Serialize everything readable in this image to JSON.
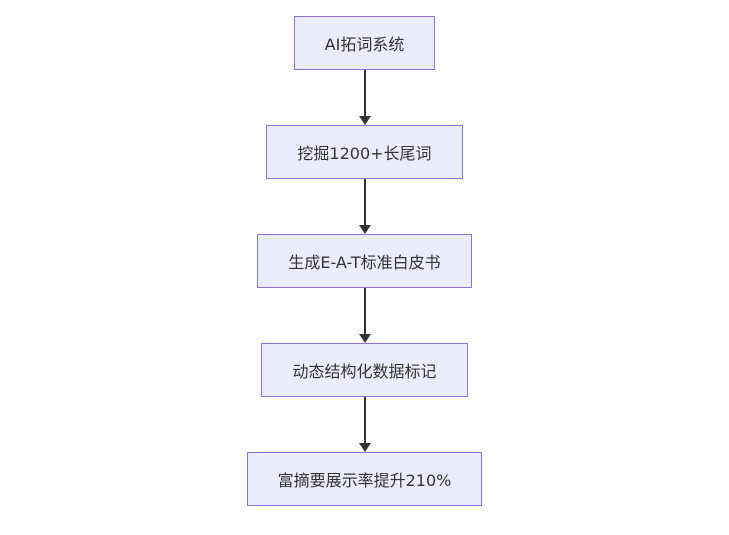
{
  "diagram": {
    "type": "flowchart",
    "direction": "top-down",
    "nodes": [
      {
        "id": "A",
        "label": "AI拓词系统"
      },
      {
        "id": "B",
        "label": "挖掘1200+长尾词"
      },
      {
        "id": "C",
        "label": "生成E-A-T标准白皮书"
      },
      {
        "id": "D",
        "label": "动态结构化数据标记"
      },
      {
        "id": "E",
        "label": "富摘要展示率提升210%"
      }
    ],
    "edges": [
      {
        "from": "A",
        "to": "B"
      },
      {
        "from": "B",
        "to": "C"
      },
      {
        "from": "C",
        "to": "D"
      },
      {
        "from": "D",
        "to": "E"
      }
    ],
    "colors": {
      "node_fill": "#ececff",
      "node_border": "#9370db",
      "text": "#333333",
      "arrow": "#333333",
      "background": "#ffffff"
    }
  }
}
